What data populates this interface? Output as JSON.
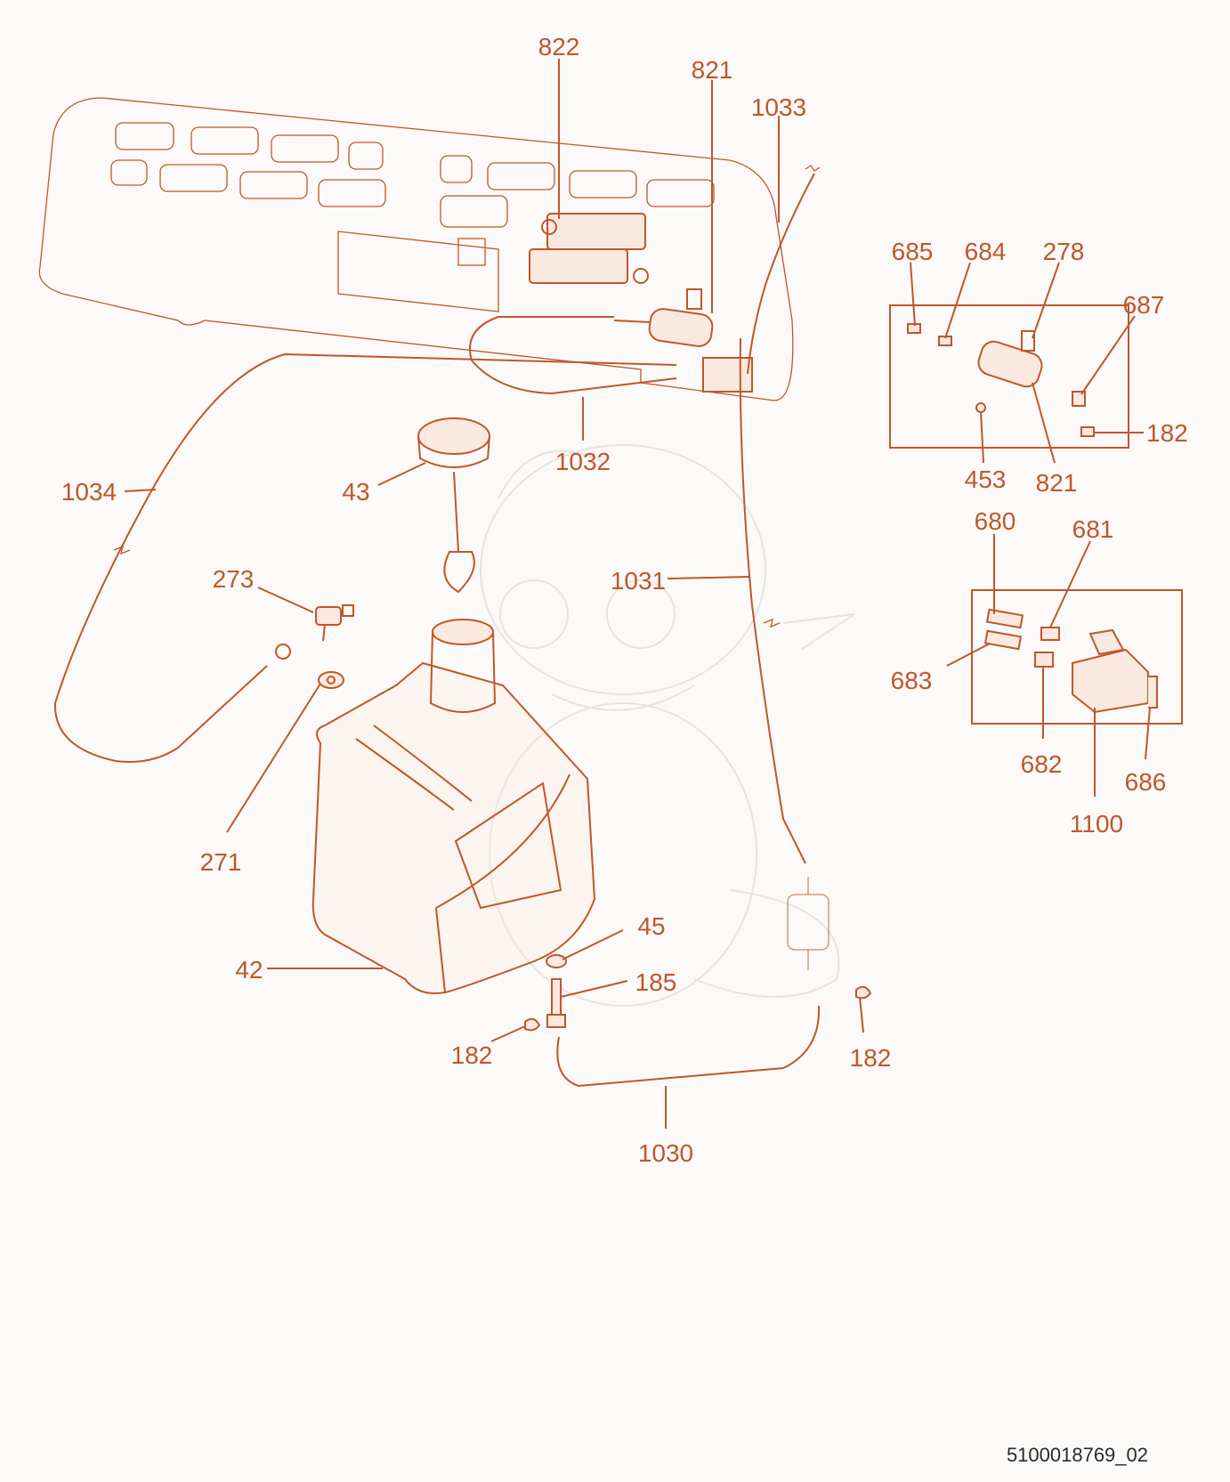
{
  "colors": {
    "accent": "#c0562c",
    "background": "#fbfaf8",
    "text_dark": "#2b2b2b"
  },
  "labels": {
    "p822": "822",
    "p821_top": "821",
    "p1033": "1033",
    "p685": "685",
    "p684": "684",
    "p278": "278",
    "p687": "687",
    "p182_right": "182",
    "p453": "453",
    "p821_box": "821",
    "p680": "680",
    "p681": "681",
    "p683": "683",
    "p682": "682",
    "p686": "686",
    "p1100": "1100",
    "p1034": "1034",
    "p43": "43",
    "p1032": "1032",
    "p1031": "1031",
    "p273": "273",
    "p271": "271",
    "p42": "42",
    "p45": "45",
    "p185": "185",
    "p182_left": "182",
    "p182_bottom": "182",
    "p1030": "1030"
  },
  "document_id": "5100018769_02"
}
